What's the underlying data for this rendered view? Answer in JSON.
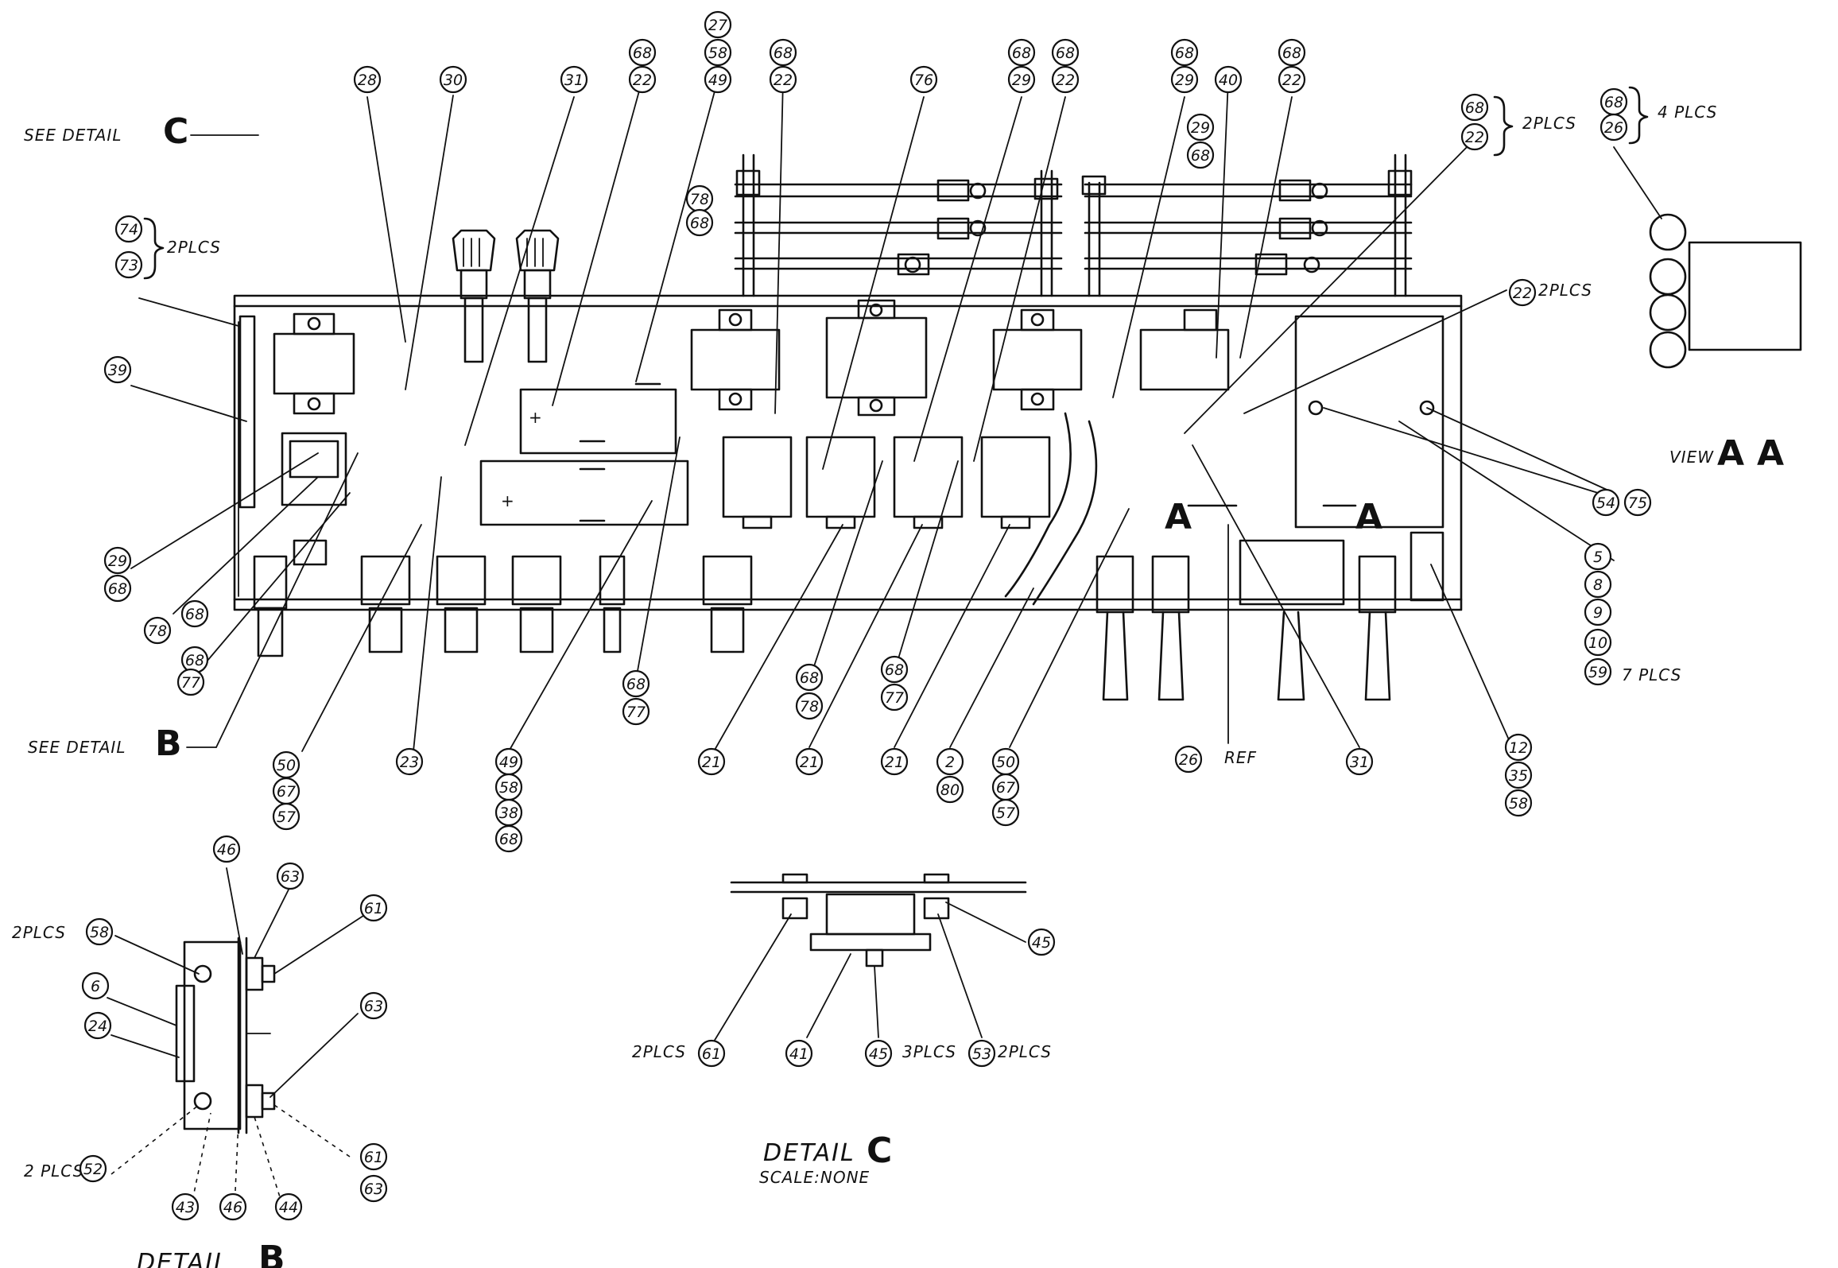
{
  "notes": {
    "see_detail_c": "SEE DETAIL",
    "see_detail_b": "SEE DETAIL",
    "view_aa": "VIEW",
    "section_a": "A",
    "detail_c_title": "DETAIL",
    "detail_c_scale": "SCALE:NONE",
    "detail_b_title": "DETAIL",
    "letter_b": "B",
    "letter_c": "C"
  },
  "qty": {
    "q74_73": "2PLCS",
    "q68_22": "2PLCS",
    "q68_26": "4 PLCS",
    "q22": "2PLCS",
    "q59": "7 PLCS",
    "q26ref": "REF",
    "q58b": "2PLCS",
    "q52": "2 PLCS",
    "q61c": "2PLCS",
    "q45c": "3PLCS",
    "q53c": "2PLCS"
  },
  "balloons": [
    {
      "t": "28"
    },
    {
      "t": "30"
    },
    {
      "t": "31"
    },
    {
      "t": "68"
    },
    {
      "t": "22"
    },
    {
      "t": "27"
    },
    {
      "t": "58"
    },
    {
      "t": "49"
    },
    {
      "t": "68"
    },
    {
      "t": "22"
    },
    {
      "t": "76"
    },
    {
      "t": "68"
    },
    {
      "t": "29"
    },
    {
      "t": "68"
    },
    {
      "t": "22"
    },
    {
      "t": "68"
    },
    {
      "t": "29"
    },
    {
      "t": "40"
    },
    {
      "t": "68"
    },
    {
      "t": "22"
    },
    {
      "t": "68"
    },
    {
      "t": "22"
    },
    {
      "t": "29"
    },
    {
      "t": "68"
    },
    {
      "t": "68"
    },
    {
      "t": "26"
    },
    {
      "t": "78"
    },
    {
      "t": "68"
    },
    {
      "t": "74"
    },
    {
      "t": "73"
    },
    {
      "t": "39"
    },
    {
      "t": "22"
    },
    {
      "t": "29"
    },
    {
      "t": "68"
    },
    {
      "t": "68"
    },
    {
      "t": "78"
    },
    {
      "t": "68"
    },
    {
      "t": "77"
    },
    {
      "t": "54"
    },
    {
      "t": "75"
    },
    {
      "t": "5"
    },
    {
      "t": "8"
    },
    {
      "t": "9"
    },
    {
      "t": "10"
    },
    {
      "t": "59"
    },
    {
      "t": "50"
    },
    {
      "t": "67"
    },
    {
      "t": "57"
    },
    {
      "t": "23"
    },
    {
      "t": "49"
    },
    {
      "t": "58"
    },
    {
      "t": "38"
    },
    {
      "t": "68"
    },
    {
      "t": "68"
    },
    {
      "t": "77"
    },
    {
      "t": "21"
    },
    {
      "t": "68"
    },
    {
      "t": "78"
    },
    {
      "t": "21"
    },
    {
      "t": "68"
    },
    {
      "t": "77"
    },
    {
      "t": "21"
    },
    {
      "t": "2"
    },
    {
      "t": "80"
    },
    {
      "t": "50"
    },
    {
      "t": "67"
    },
    {
      "t": "57"
    },
    {
      "t": "26"
    },
    {
      "t": "31"
    },
    {
      "t": "12"
    },
    {
      "t": "35"
    },
    {
      "t": "58"
    },
    {
      "t": "46"
    },
    {
      "t": "63"
    },
    {
      "t": "61"
    },
    {
      "t": "58"
    },
    {
      "t": "6"
    },
    {
      "t": "24"
    },
    {
      "t": "63"
    },
    {
      "t": "52"
    },
    {
      "t": "43"
    },
    {
      "t": "46"
    },
    {
      "t": "44"
    },
    {
      "t": "61"
    },
    {
      "t": "63"
    },
    {
      "t": "45"
    },
    {
      "t": "61"
    },
    {
      "t": "41"
    },
    {
      "t": "45"
    },
    {
      "t": "53"
    }
  ]
}
